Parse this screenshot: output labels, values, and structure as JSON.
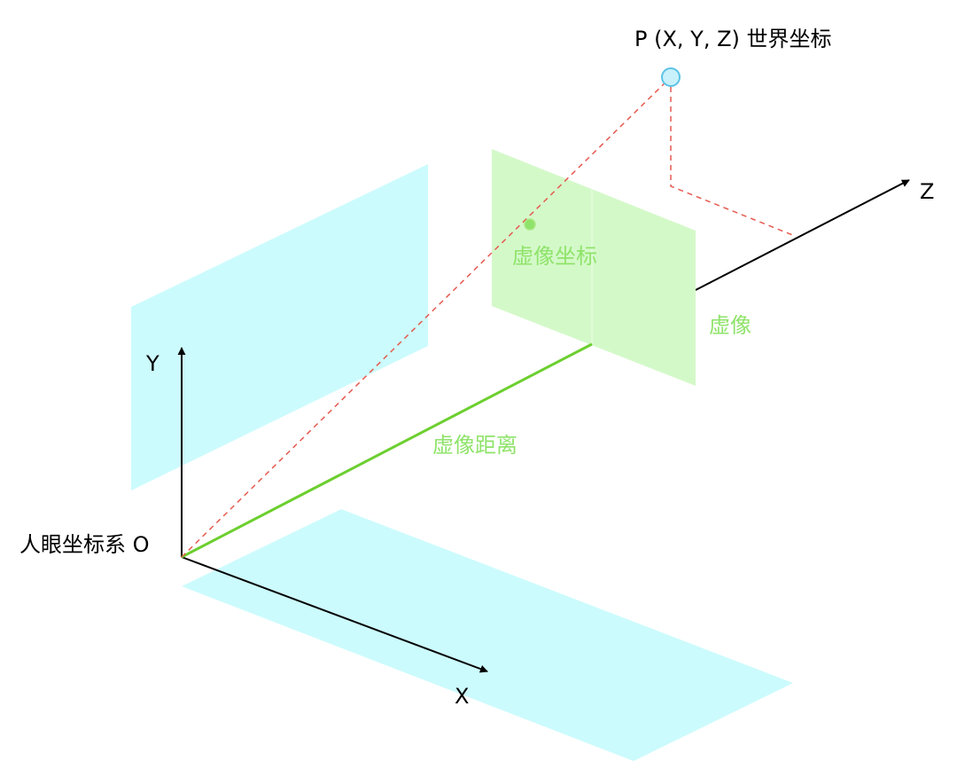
{
  "labels": {
    "point_p": "P (X, Y, Z)  世界坐标",
    "axis_z": "Z",
    "axis_y": "Y",
    "axis_x": "X",
    "origin": "人眼坐标系 O",
    "virtual_image_coord": "虚像坐标",
    "virtual_image": "虚像",
    "virtual_image_distance": "虚像距离"
  },
  "colors": {
    "plane_cyan": "#ccfbfd",
    "image_plane_green": "#d0f8c4",
    "green_accent": "#8fe36a",
    "green_line": "#6ccf2f",
    "projection_dashed": "#e45a4f",
    "axis": "#000000",
    "point_p_fill": "#c8f1fb",
    "point_p_stroke": "#5cc3e6"
  }
}
